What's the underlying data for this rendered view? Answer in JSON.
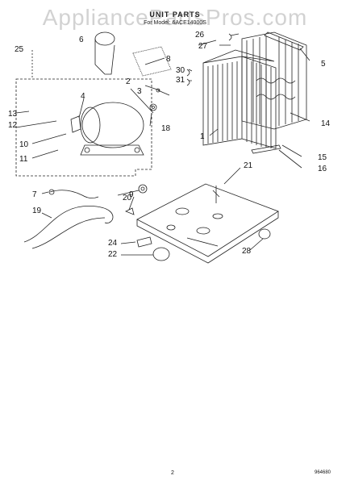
{
  "header": {
    "title": "UNIT PARTS",
    "subtitle": "For Model: 6ACE14000S"
  },
  "watermark": "AppliancePartsPros.com",
  "footer": {
    "page_number": "2",
    "drawing_number": "964680"
  },
  "callouts": [
    "1",
    "2",
    "3",
    "4",
    "5",
    "6",
    "7",
    "8",
    "9",
    "10",
    "11",
    "12",
    "13",
    "14",
    "15",
    "16",
    "18",
    "19",
    "20",
    "21",
    "22",
    "24",
    "25",
    "26",
    "27",
    "28",
    "30",
    "31"
  ]
}
